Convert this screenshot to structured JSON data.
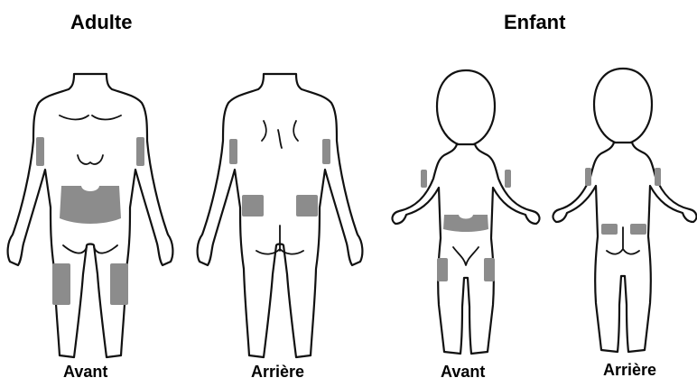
{
  "headings": {
    "adult": "Adulte",
    "child": "Enfant"
  },
  "captions": {
    "adult_front": "Avant",
    "adult_back": "Arrière",
    "child_front": "Avant",
    "child_back": "Arrière"
  },
  "colors": {
    "injection_zone": "#8c8c8c",
    "outline": "#111111"
  }
}
